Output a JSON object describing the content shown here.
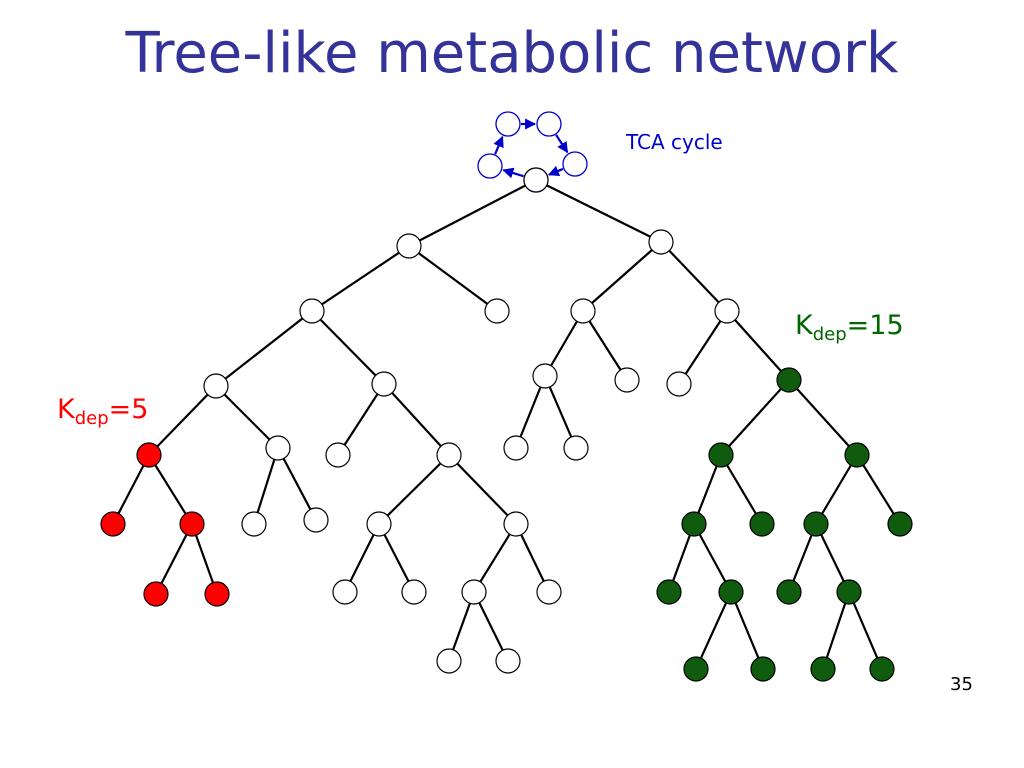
{
  "slide": {
    "title": "Tree-like metabolic network",
    "page_number": "35"
  },
  "diagram": {
    "cycle_label": "TCA cycle",
    "k_red": {
      "base": "K",
      "sub": "dep",
      "value": "=5",
      "color": "#ff0000"
    },
    "k_green": {
      "base": "K",
      "sub": "dep",
      "value": "=15",
      "color": "#006600"
    },
    "colors": {
      "cycle": "#0000cc",
      "white_node_fill": "#ffffff",
      "red_node_fill": "#ff0000",
      "green_node_fill": "#0f5c0f",
      "edge": "#000000"
    }
  }
}
